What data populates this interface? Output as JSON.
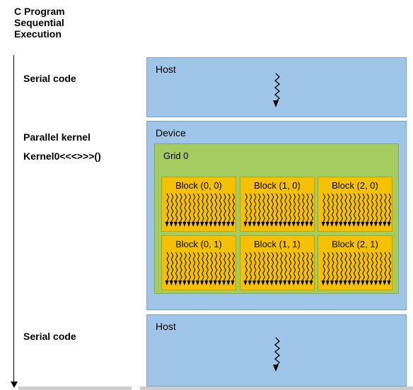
{
  "title": {
    "line1": "C Program",
    "line2": "Sequential",
    "line3": "Execution"
  },
  "labels": {
    "serial_code_top": "Serial code",
    "parallel_kernel": "Parallel kernel",
    "kernel_call": "Kernel0<<<>>>()",
    "serial_code_bottom": "Serial code"
  },
  "host_top": {
    "label": "Host"
  },
  "device": {
    "label": "Device",
    "grid": {
      "label": "Grid 0",
      "blocks": [
        {
          "label": "Block (0, 0)"
        },
        {
          "label": "Block (1, 0)"
        },
        {
          "label": "Block (2, 0)"
        },
        {
          "label": "Block (0, 1)"
        },
        {
          "label": "Block (1, 1)"
        },
        {
          "label": "Block (2, 1)"
        }
      ]
    }
  },
  "host_bottom": {
    "label": "Host"
  },
  "colors": {
    "host": "#9fc5e8",
    "grid": "#a5cc60",
    "block": "#f4c000"
  }
}
